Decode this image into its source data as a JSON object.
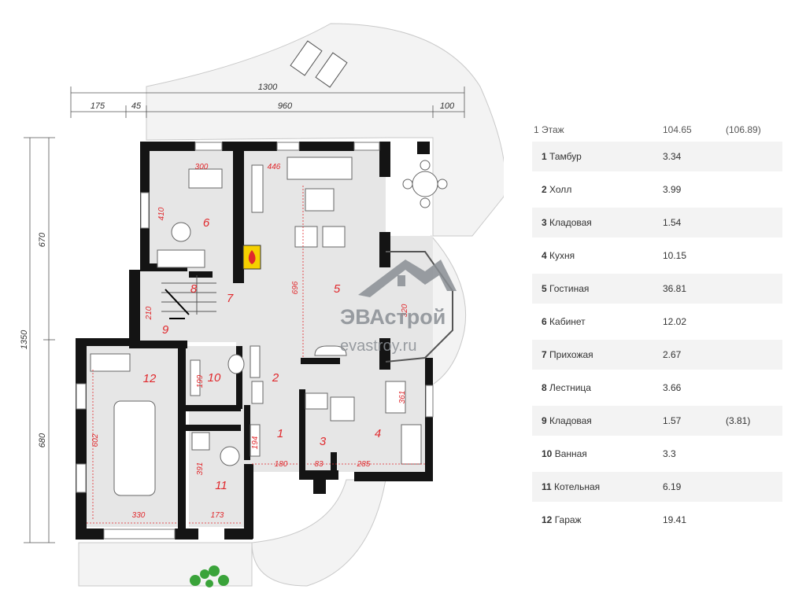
{
  "plan": {
    "dimensions": {
      "top_total": "1300",
      "top_a": "175",
      "top_b": "45",
      "top_c": "960",
      "top_d": "100",
      "left_total": "1350",
      "left_a": "670",
      "left_b": "680"
    },
    "room_dims": {
      "r6_w": "300",
      "r5_w": "446",
      "r6_h": "410",
      "r5_h": "696",
      "bay": "320",
      "r9_h": "210",
      "r10_h": "199",
      "r4_h": "361",
      "r12_h": "602",
      "r1_h": "194",
      "r1_w": "180",
      "r3_w": "83",
      "r4_w": "285",
      "r11_h": "391",
      "r12_w": "330",
      "r11_w": "173"
    },
    "room_numbers": [
      "1",
      "2",
      "3",
      "4",
      "5",
      "6",
      "7",
      "8",
      "9",
      "10",
      "11",
      "12"
    ],
    "watermark": {
      "title": "ЭВАстрой",
      "site": "evastroy.ru"
    }
  },
  "table": {
    "header": {
      "floor": "1 Этаж",
      "area": "104.65",
      "area_alt": "(106.89)"
    },
    "rooms": [
      {
        "num": "1",
        "name": "Тамбур",
        "area": "3.34",
        "alt": ""
      },
      {
        "num": "2",
        "name": "Холл",
        "area": "3.99",
        "alt": ""
      },
      {
        "num": "3",
        "name": "Кладовая",
        "area": "1.54",
        "alt": ""
      },
      {
        "num": "4",
        "name": "Кухня",
        "area": "10.15",
        "alt": ""
      },
      {
        "num": "5",
        "name": "Гостиная",
        "area": "36.81",
        "alt": ""
      },
      {
        "num": "6",
        "name": "Кабинет",
        "area": "12.02",
        "alt": ""
      },
      {
        "num": "7",
        "name": "Прихожая",
        "area": "2.67",
        "alt": ""
      },
      {
        "num": "8",
        "name": "Лестница",
        "area": "3.66",
        "alt": ""
      },
      {
        "num": "9",
        "name": "Кладовая",
        "area": "1.57",
        "alt": "(3.81)"
      },
      {
        "num": "10",
        "name": "Ванная",
        "area": "3.3",
        "alt": ""
      },
      {
        "num": "11",
        "name": "Котельная",
        "area": "6.19",
        "alt": ""
      },
      {
        "num": "12",
        "name": "Гараж",
        "area": "19.41",
        "alt": ""
      }
    ]
  },
  "colors": {
    "wall": "#141414",
    "floor": "#e6e6e6",
    "accent": "#e0282c",
    "terrace": "#f2f2f2"
  }
}
